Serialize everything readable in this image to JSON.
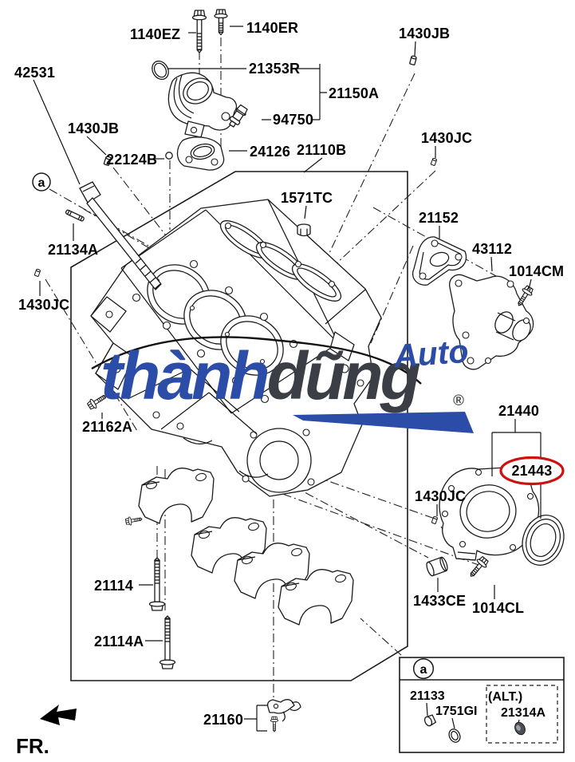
{
  "labels": {
    "p42531": "42531",
    "p1140ez": "1140EZ",
    "p1140er": "1140ER",
    "p21353r": "21353R",
    "p21150a": "21150A",
    "p94750": "94750",
    "p24126": "24126",
    "p21110b": "21110B",
    "p1430jb": "1430JB",
    "p1430jc": "1430JC",
    "p22124b": "22124B",
    "p1571tc": "1571TC",
    "p21134a": "21134A",
    "p21152": "21152",
    "p43112": "43112",
    "p1014cm": "1014CM",
    "p21162a": "21162A",
    "p21440": "21440",
    "p21443": "21443",
    "p21114": "21114",
    "p21114a": "21114A",
    "p1433ce": "1433CE",
    "p1014cl": "1014CL",
    "p21160": "21160",
    "p21133": "21133",
    "p1751gi": "1751GI",
    "p21314a": "21314A",
    "alt_label": "(ALT.)",
    "ref_a": "a",
    "fr_label": "FR."
  },
  "watermark": {
    "word_blue": "thành",
    "word_dark": "dũng",
    "word_auto": "Auto",
    "registered": "®"
  },
  "colors": {
    "line": "#1a1a1a",
    "highlight_red": "#cc1111",
    "brand_blue": "#2b4da8",
    "brand_dark": "#3b3f45"
  }
}
